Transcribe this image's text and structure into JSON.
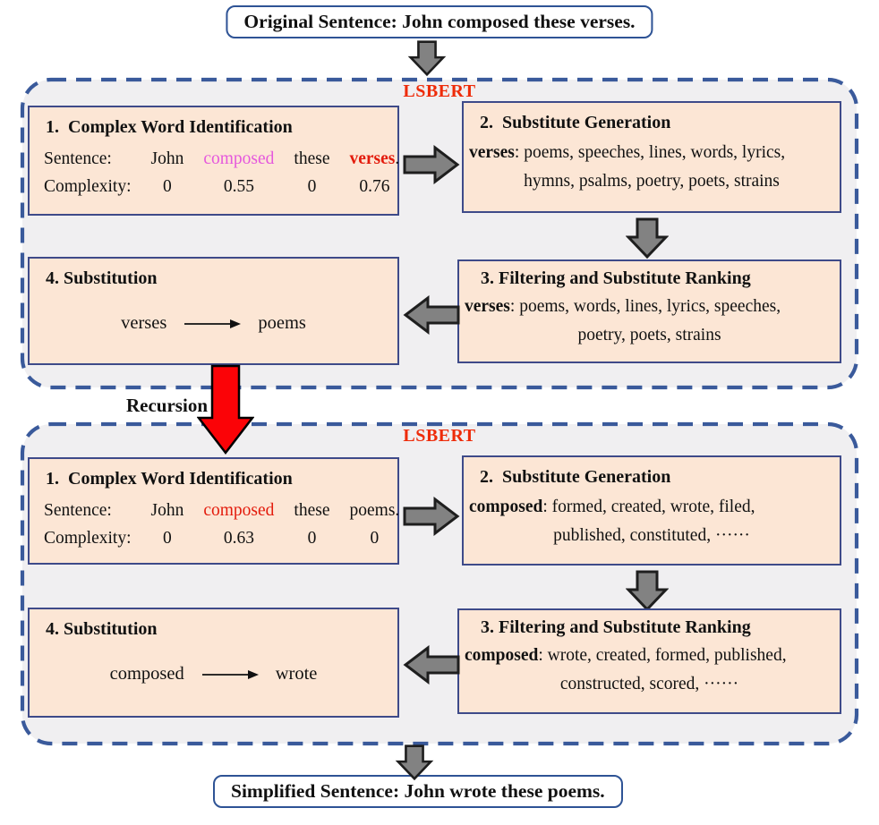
{
  "colors": {
    "frame-blue": "#2e5395",
    "dash-blue": "#3a5a9b",
    "box-border": "#3e4a89",
    "box-fill": "#fce6d5",
    "stage-fill": "#f0eff1",
    "lsbert-red": "#ee2b09",
    "word-red": "#e31b0c",
    "word-magenta": "#e558dd",
    "arrow-gray": "#828282",
    "arrow-stroke": "#1e1e1e",
    "red-arrow": "#fb0307"
  },
  "top_box": {
    "label": "Original Sentence: John composed these verses."
  },
  "bottom_box": {
    "label": "Simplified Sentence: John wrote these poems."
  },
  "recursion": {
    "label": "Recursion"
  },
  "stages": [
    {
      "title": "LSBERT",
      "cwi": {
        "heading": "1.  Complex Word Identification",
        "sentence_label": "Sentence:",
        "complexity_label": "Complexity:",
        "words": [
          {
            "text": "John",
            "score": "0"
          },
          {
            "text": "composed",
            "score": "0.55"
          },
          {
            "text": "these",
            "score": "0"
          },
          {
            "text": "verses",
            "score": "0.76"
          }
        ],
        "period": "."
      },
      "generation": {
        "heading": "2.  Substitute Generation",
        "term": "verses",
        "line1": ": poems, speeches, lines, words, lyrics,",
        "line2": "hymns, psalms, poetry, poets, strains"
      },
      "ranking": {
        "heading": "3. Filtering and Substitute Ranking",
        "term": "verses",
        "line1": ": poems, words, lines, lyrics, speeches,",
        "line2": "poetry, poets, strains"
      },
      "substitution": {
        "heading": "4. Substitution",
        "from": "verses",
        "to": "poems"
      }
    },
    {
      "title": "LSBERT",
      "cwi": {
        "heading": "1.  Complex Word Identification",
        "sentence_label": "Sentence:",
        "complexity_label": "Complexity:",
        "words": [
          {
            "text": "John",
            "score": "0"
          },
          {
            "text": "composed",
            "score": "0.63"
          },
          {
            "text": "these",
            "score": "0"
          },
          {
            "text": "poems",
            "score": "0"
          }
        ],
        "period": "."
      },
      "generation": {
        "heading": "2.  Substitute Generation",
        "term": "composed",
        "line1": ": formed, created, wrote, filed,",
        "line2": "published, constituted, ······"
      },
      "ranking": {
        "heading": "3. Filtering and Substitute Ranking",
        "term": "composed",
        "line1": ": wrote, created, formed, published,",
        "line2": "constructed, scored, ······"
      },
      "substitution": {
        "heading": "4. Substitution",
        "from": "composed",
        "to": "wrote"
      }
    }
  ]
}
